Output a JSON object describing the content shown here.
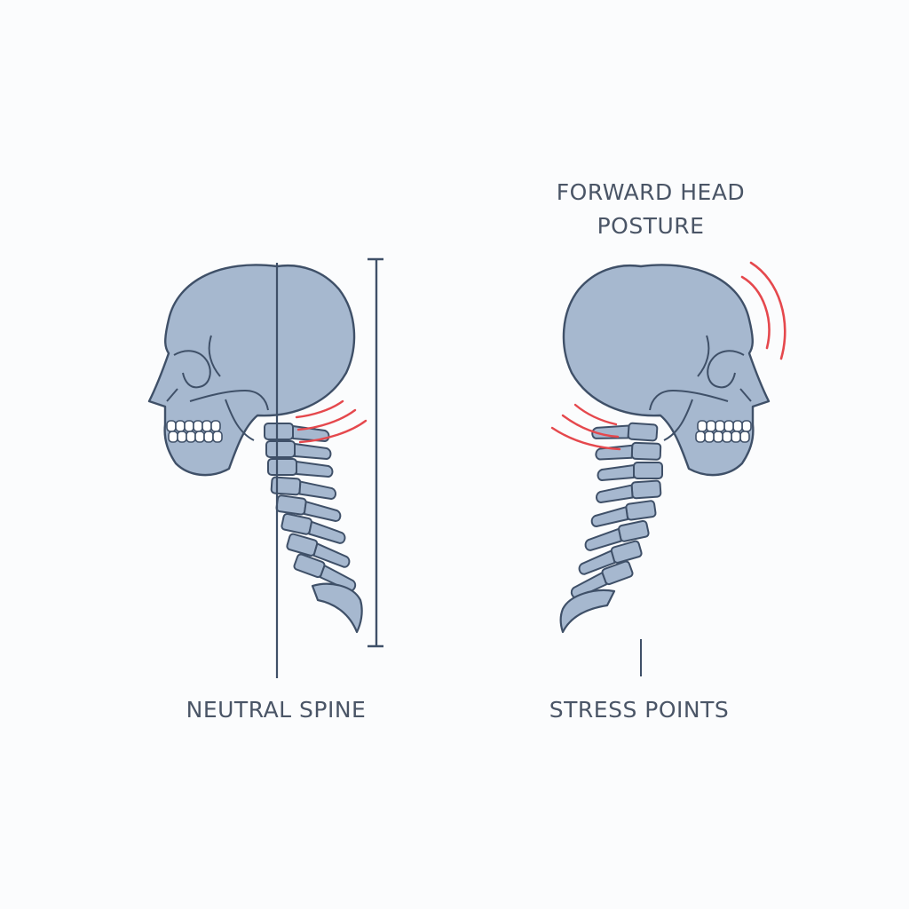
{
  "labels": {
    "forward_head_posture": "FORWARD HEAD POSTURE",
    "neutral_spine": "NEUTRAL SPINE",
    "stress_points": "STRESS POINTS"
  },
  "figures": [
    {
      "name": "neutral-posture",
      "facing": "left",
      "spine_lean": "back"
    },
    {
      "name": "forward-head-posture",
      "facing": "right",
      "spine_lean": "back"
    }
  ],
  "colors": {
    "bone_fill": "#a6b8cf",
    "outline": "#3f5068",
    "stress": "#e5484d",
    "label": "#4a5566",
    "background": "#fbfcfd"
  }
}
